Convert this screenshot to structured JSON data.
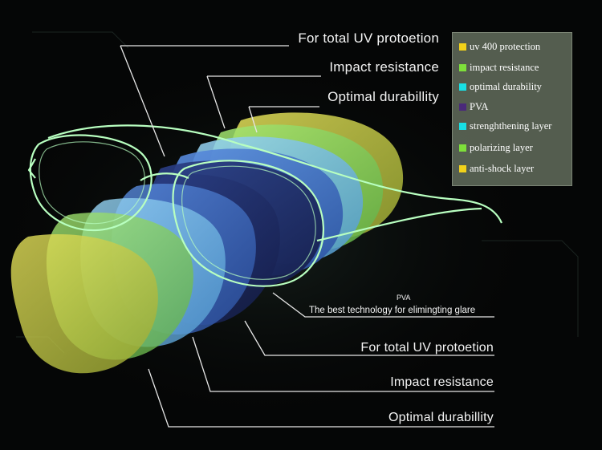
{
  "top_callouts": [
    "For total UV protoetion",
    "Impact resistance",
    "Optimal durabillity"
  ],
  "bottom_callouts": [
    "For total UV protoetion",
    "Impact resistance",
    "Optimal durabillity"
  ],
  "pva_note": {
    "title": "PVA",
    "description": "The best technology for elimingting glare"
  },
  "legend": [
    {
      "label": "uv 400 protection",
      "color": "#f2d21a"
    },
    {
      "label": "impact resistance",
      "color": "#7ee03a"
    },
    {
      "label": "optimal durability",
      "color": "#18e0e6"
    },
    {
      "label": "PVA",
      "color": "#4a2a7a"
    },
    {
      "label": "strenghthening layer",
      "color": "#18e0e6"
    },
    {
      "label": "polarizing layer",
      "color": "#7ee03a"
    },
    {
      "label": "anti-shock layer",
      "color": "#f2d21a"
    }
  ],
  "colors": {
    "background": "#050606",
    "frame": "#b8ffc0",
    "lens_yellow": "#d8d44a",
    "lens_green": "#8fd860",
    "lens_light_blue": "#7cc8ee",
    "lens_blue": "#3f74c8",
    "lens_navy": "#1e2c66"
  }
}
